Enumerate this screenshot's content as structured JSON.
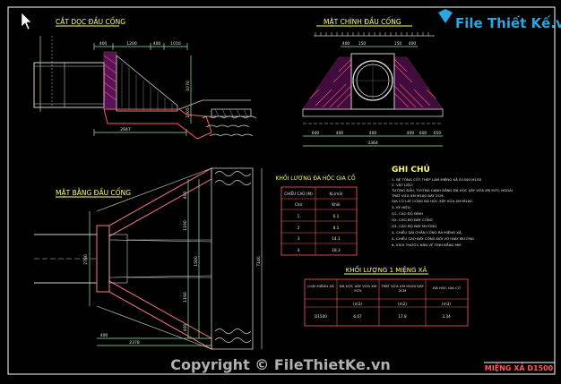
{
  "drawing": {
    "section_title": "CẮT DỌC ĐẦU CỐNG",
    "front_title": "MẶT CHÍNH ĐẦU CỐNG",
    "plan_title": "MẶT BẰNG ĐẦU CỐNG",
    "frame_label": "MIỆNG XẢ D1500",
    "watermark": "Copyright © FileThietKe.vn",
    "logo_text": "File Thiết Kế.vn",
    "logo_domain": ".vn"
  },
  "dims": {
    "sec_top": [
      "400",
      "1200",
      "400",
      "1010"
    ],
    "sec_bottom": "2947",
    "sec_right": [
      "1070",
      "1005"
    ],
    "front_top": [
      "400",
      "150",
      "150",
      "400"
    ],
    "front_bottom": [
      "600",
      "400",
      "400",
      "400",
      "600",
      "650"
    ],
    "front_total": "3364",
    "plan_left": "2780",
    "plan_bottom": [
      "400",
      "2378"
    ],
    "plan_vert": [
      "400",
      "1190",
      "1500",
      "1190",
      "400",
      "7140"
    ]
  },
  "quantity_table": {
    "title": "KHỐI LƯỢNG ĐÁ HỘC GIA CỐ",
    "headers": [
      "CHIỀU CAO (M)",
      "KL(m3)"
    ],
    "rows": [
      [
        "Chữ",
        "Khối"
      ],
      [
        "1",
        "6.1"
      ],
      [
        "2",
        "8.1"
      ],
      [
        "3",
        "14.1"
      ],
      [
        "4",
        "18.3"
      ]
    ]
  },
  "notes": {
    "title": "GHI CHÚ",
    "lines": [
      "1- BÊ TÔNG CỐT THÉP LÀM MIỆNG XẢ D1500 M150",
      "2- VẬT LIỆU:",
      "   TƯỜNG ĐẦU, TƯỜNG CÁNH BẰNG ĐÁ HỘC XÂY VỮA XM M75, NGOÀI",
      "   TRÁT VỮA XM M100 DÀY 2CM.",
      "   GIA CỐ LÁT CỐNG ĐÁ HỘC XÂY VỮA XM M100.",
      "3- KÝ HIỆU:",
      "Q1- CAO ĐỘ ĐỈNH",
      "Q2- CAO ĐỘ ĐÁY CỐNG",
      "Q3- CAO ĐỘ ĐÁY MƯƠNG",
      "4- CHIỀU DÀI CHÂN CỐNG RA MIỆNG XẢ",
      "5- CHIỀU CAO ĐÁY CỐNG ĐỐI VỚI ĐÁY MƯƠNG",
      "6- KÍCH THƯỚC BẢN VẼ TÍNH BẰNG MM"
    ]
  },
  "outlet_table": {
    "title": "KHỐI LƯỢNG 1 MIỆNG XẢ",
    "headers": [
      "LOẠI MIỆNG XẢ",
      "ĐÁ HỘC XÂY VỮA XM M75",
      "TRÁT VỮA XM M100 DÀY 2CM",
      "ĐÁ HỘC GIA CỐ"
    ],
    "units": [
      "",
      "(m3)",
      "(m2)",
      "(m3)"
    ],
    "row": [
      "D1500",
      "6.67",
      "17.8",
      "3.34"
    ]
  }
}
